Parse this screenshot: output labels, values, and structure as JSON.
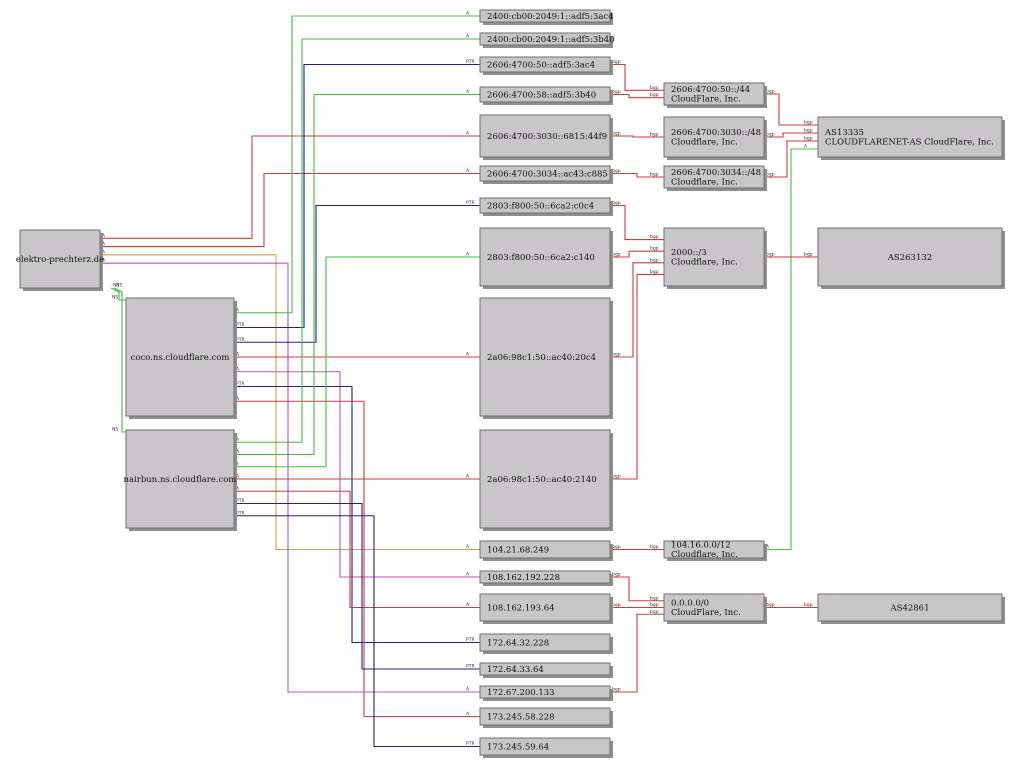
{
  "colors": {
    "A": "#3fbf3f",
    "AAAA": "#d23b3b",
    "PTR": "#202090",
    "NS": "#3fbf3f",
    "bgp": "#d23b3b",
    "orange": "#d8a040",
    "magenta": "#c050c0",
    "node_fill": "#c8c6c8",
    "node_border": "#6e6e6e"
  },
  "nodes": [
    {
      "id": "domain",
      "lines": [
        "elektro-prechterz.de"
      ]
    },
    {
      "id": "ns_coco",
      "lines": [
        "coco.ns.cloudflare.com"
      ]
    },
    {
      "id": "ns_nairbun",
      "lines": [
        "nairbun.ns.cloudflare.com"
      ]
    },
    {
      "id": "ip6_1",
      "lines": [
        "2400:cb00:2049:1::adf5:3ac4"
      ]
    },
    {
      "id": "ip6_2",
      "lines": [
        "2400:cb00:2049:1::adf5:3b40"
      ]
    },
    {
      "id": "ip6_3",
      "lines": [
        "2606:4700:50::adf5:3ac4"
      ]
    },
    {
      "id": "ip6_4",
      "lines": [
        "2606:4700:58::adf5:3b40"
      ]
    },
    {
      "id": "ip6_5",
      "lines": [
        "2606:4700:3030::6815:44f9"
      ]
    },
    {
      "id": "ip6_6",
      "lines": [
        "2606:4700:3034::ac43:c885"
      ]
    },
    {
      "id": "ip6_7",
      "lines": [
        "2803:f800:50::6ca2:c0c4"
      ]
    },
    {
      "id": "ip6_8",
      "lines": [
        "2803:f800:50::6ca2:c140"
      ]
    },
    {
      "id": "ip6_9",
      "lines": [
        "2a06:98c1:50::ac40:20c4"
      ]
    },
    {
      "id": "ip6_10",
      "lines": [
        "2a06:98c1:50::ac40:2140"
      ]
    },
    {
      "id": "ip4_1",
      "lines": [
        "104.21.68.249"
      ]
    },
    {
      "id": "ip4_2",
      "lines": [
        "108.162.192.228"
      ]
    },
    {
      "id": "ip4_3",
      "lines": [
        "108.162.193.64"
      ]
    },
    {
      "id": "ip4_4",
      "lines": [
        "172.64.32.228"
      ]
    },
    {
      "id": "ip4_5",
      "lines": [
        "172.64.33.64"
      ]
    },
    {
      "id": "ip4_6",
      "lines": [
        "172.67.200.133"
      ]
    },
    {
      "id": "ip4_7",
      "lines": [
        "173.245.58.228"
      ]
    },
    {
      "id": "ip4_8",
      "lines": [
        "173.245.59.64"
      ]
    },
    {
      "id": "pfx_1",
      "lines": [
        "2606:4700:50::/44",
        "CloudFlare, Inc."
      ]
    },
    {
      "id": "pfx_2",
      "lines": [
        "2606:4700:3030::/48",
        "Cloudflare, Inc."
      ]
    },
    {
      "id": "pfx_3",
      "lines": [
        "2606:4700:3034::/48",
        "Cloudflare, Inc."
      ]
    },
    {
      "id": "pfx_4",
      "lines": [
        "2000::/3",
        "Cloudflare, Inc."
      ]
    },
    {
      "id": "pfx_5",
      "lines": [
        "104.16.0.0/12",
        "Cloudflare, Inc."
      ]
    },
    {
      "id": "pfx_6",
      "lines": [
        "0.0.0.0/0",
        "CloudFlare, Inc."
      ]
    },
    {
      "id": "as_13335",
      "lines": [
        "AS13335",
        "CLOUDFLARENET-AS CloudFlare, Inc."
      ]
    },
    {
      "id": "as_263132",
      "lines": [
        "AS263132"
      ]
    },
    {
      "id": "as_42861",
      "lines": [
        "AS42861"
      ]
    }
  ],
  "edge_labels": {
    "a": "A",
    "ptr": "PTR",
    "ns": "NS",
    "bgp": "bgp"
  },
  "edges": [
    {
      "from": "domain",
      "to": "ip6_5",
      "type": "AAAA"
    },
    {
      "from": "domain",
      "to": "ip6_6",
      "type": "AAAA"
    },
    {
      "from": "domain",
      "to": "ip4_1",
      "type": "orange"
    },
    {
      "from": "domain",
      "to": "ip4_6",
      "type": "magenta"
    },
    {
      "from": "domain",
      "to": "ns_coco",
      "type": "NS"
    },
    {
      "from": "domain",
      "to": "ns_nairbun",
      "type": "NS"
    },
    {
      "from": "ns_coco",
      "to": "ip6_1",
      "type": "A"
    },
    {
      "from": "ns_coco",
      "to": "ip6_3",
      "type": "PTR"
    },
    {
      "from": "ns_coco",
      "to": "ip6_7",
      "type": "PTR"
    },
    {
      "from": "ns_coco",
      "to": "ip6_9",
      "type": "AAAA"
    },
    {
      "from": "ns_coco",
      "to": "ip4_2",
      "type": "magenta"
    },
    {
      "from": "ns_coco",
      "to": "ip4_4",
      "type": "PTR"
    },
    {
      "from": "ns_coco",
      "to": "ip4_7",
      "type": "AAAA"
    },
    {
      "from": "ns_nairbun",
      "to": "ip6_2",
      "type": "A"
    },
    {
      "from": "ns_nairbun",
      "to": "ip6_4",
      "type": "A"
    },
    {
      "from": "ns_nairbun",
      "to": "ip6_8",
      "type": "A"
    },
    {
      "from": "ns_nairbun",
      "to": "ip6_10",
      "type": "AAAA"
    },
    {
      "from": "ns_nairbun",
      "to": "ip4_3",
      "type": "AAAA"
    },
    {
      "from": "ns_nairbun",
      "to": "ip4_5",
      "type": "PTR"
    },
    {
      "from": "ns_nairbun",
      "to": "ip4_8",
      "type": "PTR"
    },
    {
      "from": "ip6_3",
      "to": "pfx_1",
      "type": "bgp"
    },
    {
      "from": "ip6_4",
      "to": "pfx_1",
      "type": "bgp"
    },
    {
      "from": "ip6_5",
      "to": "pfx_2",
      "type": "bgp"
    },
    {
      "from": "ip6_6",
      "to": "pfx_3",
      "type": "bgp"
    },
    {
      "from": "ip6_7",
      "to": "pfx_4",
      "type": "bgp"
    },
    {
      "from": "ip6_8",
      "to": "pfx_4",
      "type": "bgp"
    },
    {
      "from": "ip6_9",
      "to": "pfx_4",
      "type": "bgp"
    },
    {
      "from": "ip6_10",
      "to": "pfx_4",
      "type": "bgp"
    },
    {
      "from": "ip4_1",
      "to": "pfx_5",
      "type": "bgp"
    },
    {
      "from": "ip4_2",
      "to": "pfx_6",
      "type": "bgp"
    },
    {
      "from": "ip4_3",
      "to": "pfx_6",
      "type": "bgp"
    },
    {
      "from": "ip4_6",
      "to": "pfx_6",
      "type": "bgp"
    },
    {
      "from": "pfx_1",
      "to": "as_13335",
      "type": "bgp"
    },
    {
      "from": "pfx_2",
      "to": "as_13335",
      "type": "bgp"
    },
    {
      "from": "pfx_3",
      "to": "as_13335",
      "type": "bgp"
    },
    {
      "from": "pfx_5",
      "to": "as_13335",
      "type": "A"
    },
    {
      "from": "pfx_4",
      "to": "as_263132",
      "type": "bgp"
    },
    {
      "from": "pfx_6",
      "to": "as_42861",
      "type": "bgp"
    }
  ]
}
